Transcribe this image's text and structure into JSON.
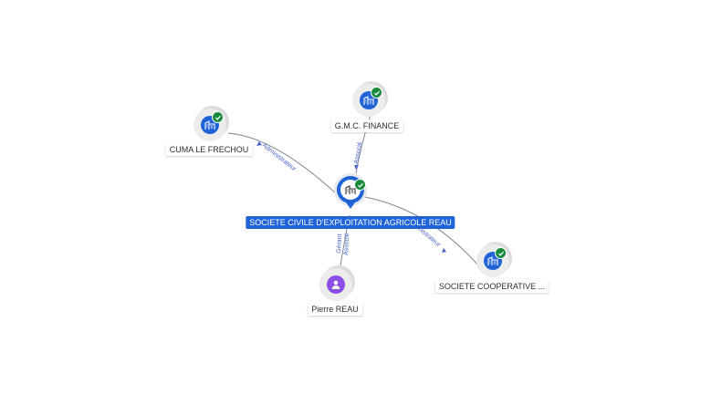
{
  "colors": {
    "company": "#1f63d6",
    "person": "#8b4fe6",
    "verified": "#1a8a3c",
    "edge_label": "#4a63c8"
  },
  "center": {
    "name": "SOCIETE CIVILE D'EXPLOITATION AGRICOLE REAU",
    "icon": "building-icon",
    "verified": true
  },
  "nodes": {
    "gmc": {
      "name": "G.M.C. FINANCE",
      "icon": "building-icon",
      "verified": true
    },
    "cuma": {
      "name": "CUMA LE FRECHOU",
      "icon": "building-icon",
      "verified": true
    },
    "coop": {
      "name": "SOCIETE COOPERATIVE ...",
      "icon": "building-icon",
      "verified": true
    },
    "pierre": {
      "name": "Pierre REAU",
      "icon": "person-icon",
      "verified": false
    }
  },
  "edges": {
    "gmc": {
      "label": "Associé"
    },
    "cuma": {
      "label": "Administrateur"
    },
    "coop": {
      "label": "nistrateur"
    },
    "pierre": {
      "label_1": "Gérant",
      "label_2": "Associé"
    }
  }
}
